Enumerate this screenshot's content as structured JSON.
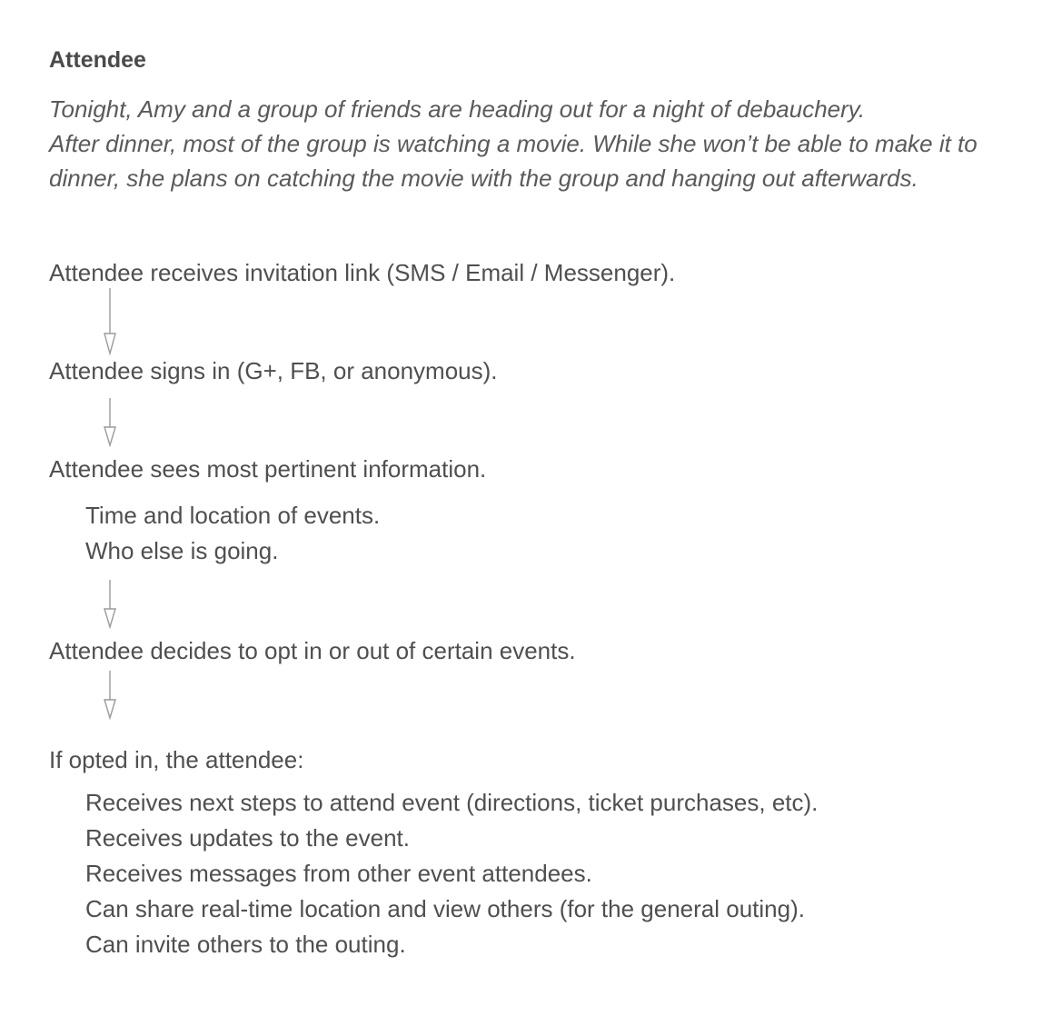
{
  "title": "Attendee",
  "scenario": [
    "Tonight, Amy and a group of friends are heading out for a night of debauchery.",
    "After dinner, most of the group is watching a movie. While she won’t be able to make it to",
    "dinner, she plans on catching the movie with the group and hanging out afterwards."
  ],
  "steps": [
    "Attendee receives invitation link (SMS / Email / Messenger).",
    "Attendee signs in (G+, FB, or anonymous).",
    "Attendee sees most pertinent information.",
    "Attendee decides to opt in or out of certain events.",
    "If opted in, the attendee:"
  ],
  "info_items": [
    "Time and location of events.",
    "Who else is going."
  ],
  "opted_in_items": [
    "Receives next steps to attend event (directions, ticket purchases, etc).",
    "Receives updates to the event.",
    "Receives messages from other event attendees.",
    "Can share real-time location and view others (for the general outing).",
    "Can invite others to the outing."
  ],
  "colors": {
    "text": "#4f4f4f",
    "arrow": "#9a9a9a"
  }
}
